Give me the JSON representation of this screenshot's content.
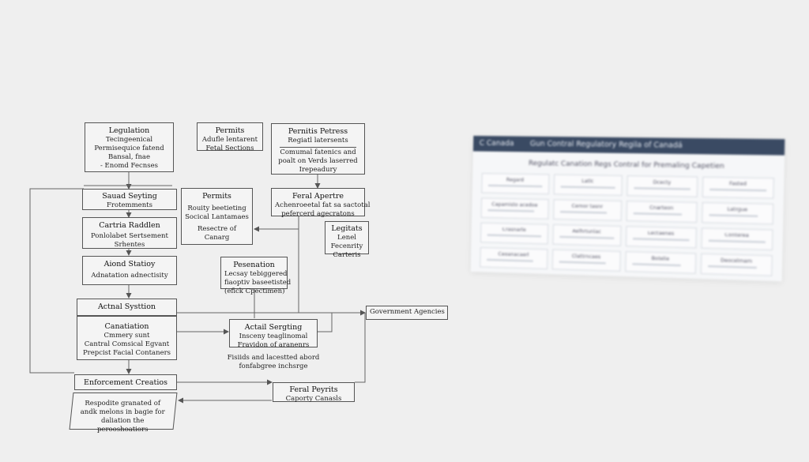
{
  "diagram": {
    "legulation": {
      "title": "Legulation",
      "lines": [
        "Tecingeenical",
        "Permisequice fatend",
        "Bansal, fnae",
        "- Enomd Fecnses"
      ]
    },
    "permits_top": {
      "title": "Permits",
      "lines": [
        "Adufle lentarent",
        "Fetal Sections"
      ]
    },
    "pernitis_petress": {
      "title": "Pernitis Petress",
      "lines": [
        "Regiatl latersents",
        "Comumal fatenics and",
        "poalt on Verds laserred",
        "Irepeadury"
      ]
    },
    "sauad_seyting": {
      "title": "Sauad Seyting",
      "lines": [
        "Frotemments"
      ]
    },
    "permits_mid": {
      "title": "Permits",
      "lines": [
        "Rouity beetieting",
        "Socical Lantamaes",
        "Resectre of",
        "Canarg"
      ]
    },
    "feral_apertre": {
      "title": "Feral Apertre",
      "lines": [
        "Achenroeetal fat sa sactotal",
        "pefercerd agecratons"
      ]
    },
    "legitats": {
      "title": "Legitats",
      "lines": [
        "Lenel",
        "Fecenrity",
        "Carteris"
      ]
    },
    "cartria_raddlen": {
      "title": "Cartria Raddlen",
      "lines": [
        "Ponlolabet Sertsement",
        "Srhentes"
      ]
    },
    "aiond_statioy": {
      "title": "Aiond Statioy",
      "lines": [
        "Adnatation adnectisity"
      ]
    },
    "pesenation": {
      "title": "Pesenation",
      "lines": [
        "Lecsay tebiggered",
        "fiaoptiv baseetisted",
        "(efick Cpectimen)"
      ]
    },
    "actnal_systtion": {
      "title": "Actnal Systtion"
    },
    "canatiation": {
      "title": "Canatiation",
      "lines": [
        "Cmmery sunt",
        "Cantral Comsical Egvant",
        "Prepcist Facial Contaners"
      ]
    },
    "government_agencies": {
      "title": "Government Agencies"
    },
    "actail_sergting": {
      "title": "Actail Sergting",
      "lines": [
        "Insceny teaglinomal",
        "Fravidon of aranenrs"
      ]
    },
    "fisiids_note": {
      "lines": [
        "Fisiids and lacestted abord",
        "fonfabgree inchsrge"
      ]
    },
    "enforcement_creatios": {
      "title": "Enforcement Creatios"
    },
    "respodite": {
      "lines": [
        "Respodite granated of andk",
        "melons in bagie for daliation",
        "the perooshoatiors"
      ]
    },
    "feral_peyrits": {
      "title": "Feral Peyrits",
      "lines": [
        "Caporty Canasls"
      ]
    }
  },
  "card": {
    "brand": "C Canada",
    "title": "Gun Contral Regulatory Regila of Canadá",
    "subtitle": "Regulatc Canation Regs Contral for Premaling Capetien",
    "columns": [
      "Regard",
      "Latlc",
      "Dcecty",
      "Fasted"
    ],
    "rows": [
      [
        "Capamisto acedoe",
        "Cemor tasnr",
        "Cnarteon",
        "Latrgue"
      ],
      [
        "Crasnarle",
        "Aelhrtuniac",
        "Lectaenes",
        "Conterea"
      ],
      [
        "Ceoanacaerl",
        "Clattrncaes",
        "Botelie",
        "Deocelmam"
      ]
    ]
  }
}
